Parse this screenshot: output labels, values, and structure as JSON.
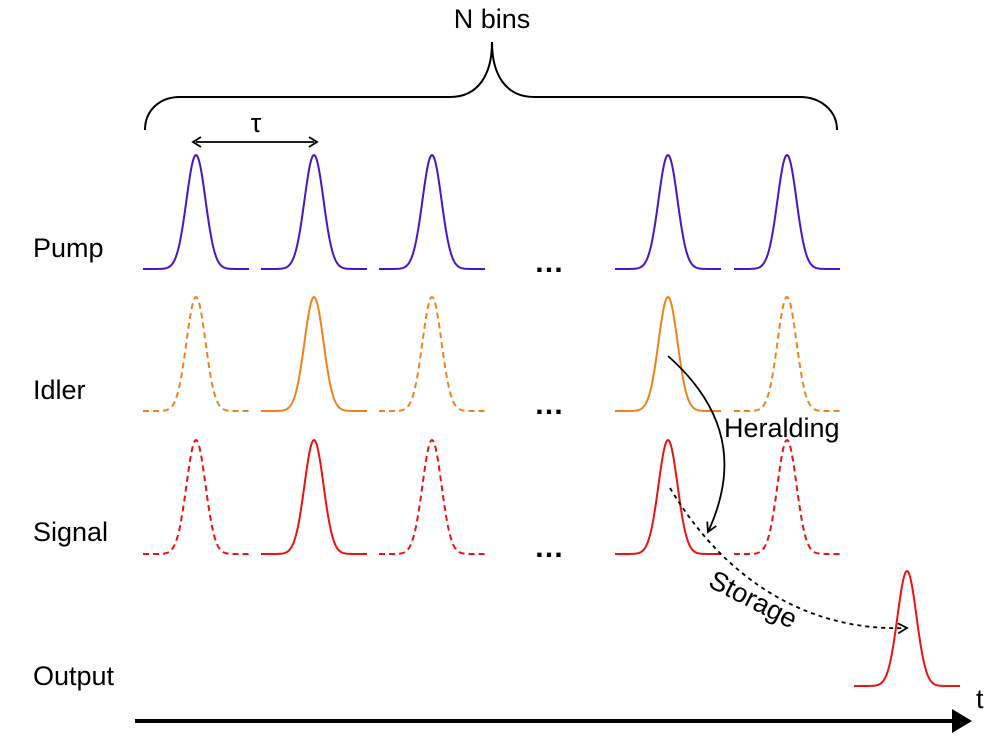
{
  "header": {
    "bins_label": "N bins",
    "spacing_label": "τ"
  },
  "rows": [
    {
      "key": "pump",
      "label": "Pump",
      "color": "#4a14c8",
      "pattern": [
        "solid",
        "solid",
        "solid",
        "solid",
        "solid"
      ]
    },
    {
      "key": "idler",
      "label": "Idler",
      "color": "#f0821e",
      "pattern": [
        "dashed",
        "solid",
        "dashed",
        "solid",
        "dashed"
      ]
    },
    {
      "key": "signal",
      "label": "Signal",
      "color": "#ee1111",
      "pattern": [
        "dashed",
        "solid",
        "dashed",
        "solid",
        "dashed"
      ]
    },
    {
      "key": "output",
      "label": "Output",
      "color": "#ee1111",
      "pattern": [
        "solid"
      ]
    }
  ],
  "ellipsis": "…",
  "annotations": {
    "heralding": "Heralding",
    "storage": "Storage"
  },
  "axis": {
    "label": "t"
  }
}
